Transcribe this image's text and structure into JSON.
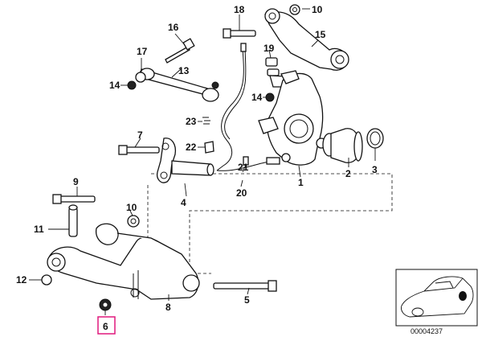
{
  "diagram": {
    "callouts": [
      "1",
      "2",
      "3",
      "4",
      "5",
      "6",
      "7",
      "8",
      "9",
      "10",
      "10",
      "11",
      "12",
      "13",
      "14",
      "14",
      "15",
      "16",
      "17",
      "18",
      "19",
      "20",
      "21",
      "22",
      "23"
    ],
    "highlighted_callout": "6",
    "highlight_color": "#e0197d",
    "thumbnail_code": "00004237"
  }
}
